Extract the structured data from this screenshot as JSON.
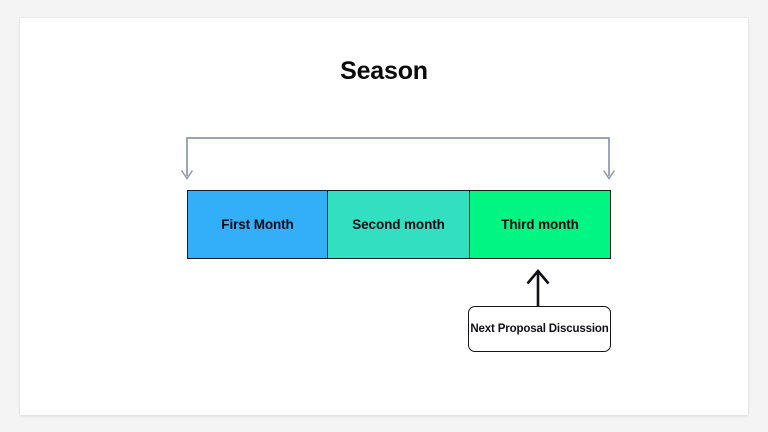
{
  "slide": {
    "title": "Season",
    "background_color": "#ffffff",
    "page_background_color": "#f4f4f5"
  },
  "timeline": {
    "bracket": {
      "name": "season-span-bracket",
      "stroke_color": "#8e97a8",
      "direction": "down-both-ends"
    },
    "segments": [
      {
        "label": "First Month",
        "color": "#33aef9"
      },
      {
        "label": "Second month",
        "color": "#32dfc0"
      },
      {
        "label": "Third month",
        "color": "#00f583"
      }
    ],
    "border_color": "#1b1b22",
    "text_color": "#0c0c14"
  },
  "callout": {
    "label": "Next Proposal Discussion",
    "points_to": "Third month",
    "arrow_color": "#101018",
    "border_color": "#15151b",
    "fill_color": "#ffffff"
  }
}
